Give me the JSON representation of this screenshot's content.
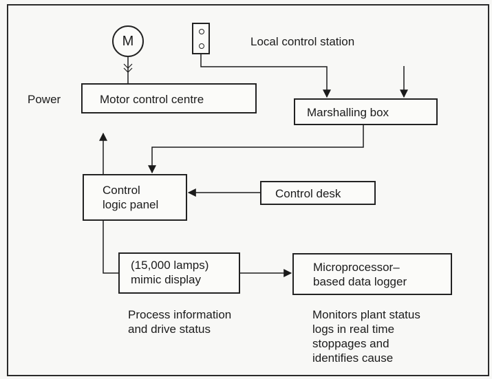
{
  "diagram": {
    "motor_symbol": "M",
    "local_control_station": "Local control station",
    "power_label": "Power",
    "motor_control_centre": "Motor control centre",
    "marshalling_box": "Marshalling box",
    "control_logic_panel": "Control\nlogic panel",
    "control_desk": "Control desk",
    "mimic_display": "(15,000 lamps)\nmimic display",
    "data_logger": "Microprocessor–\nbased data logger",
    "mimic_caption": "Process information\nand drive status",
    "logger_caption": "Monitors plant status\nlogs in real time\nstoppages and\nidentifies cause"
  }
}
